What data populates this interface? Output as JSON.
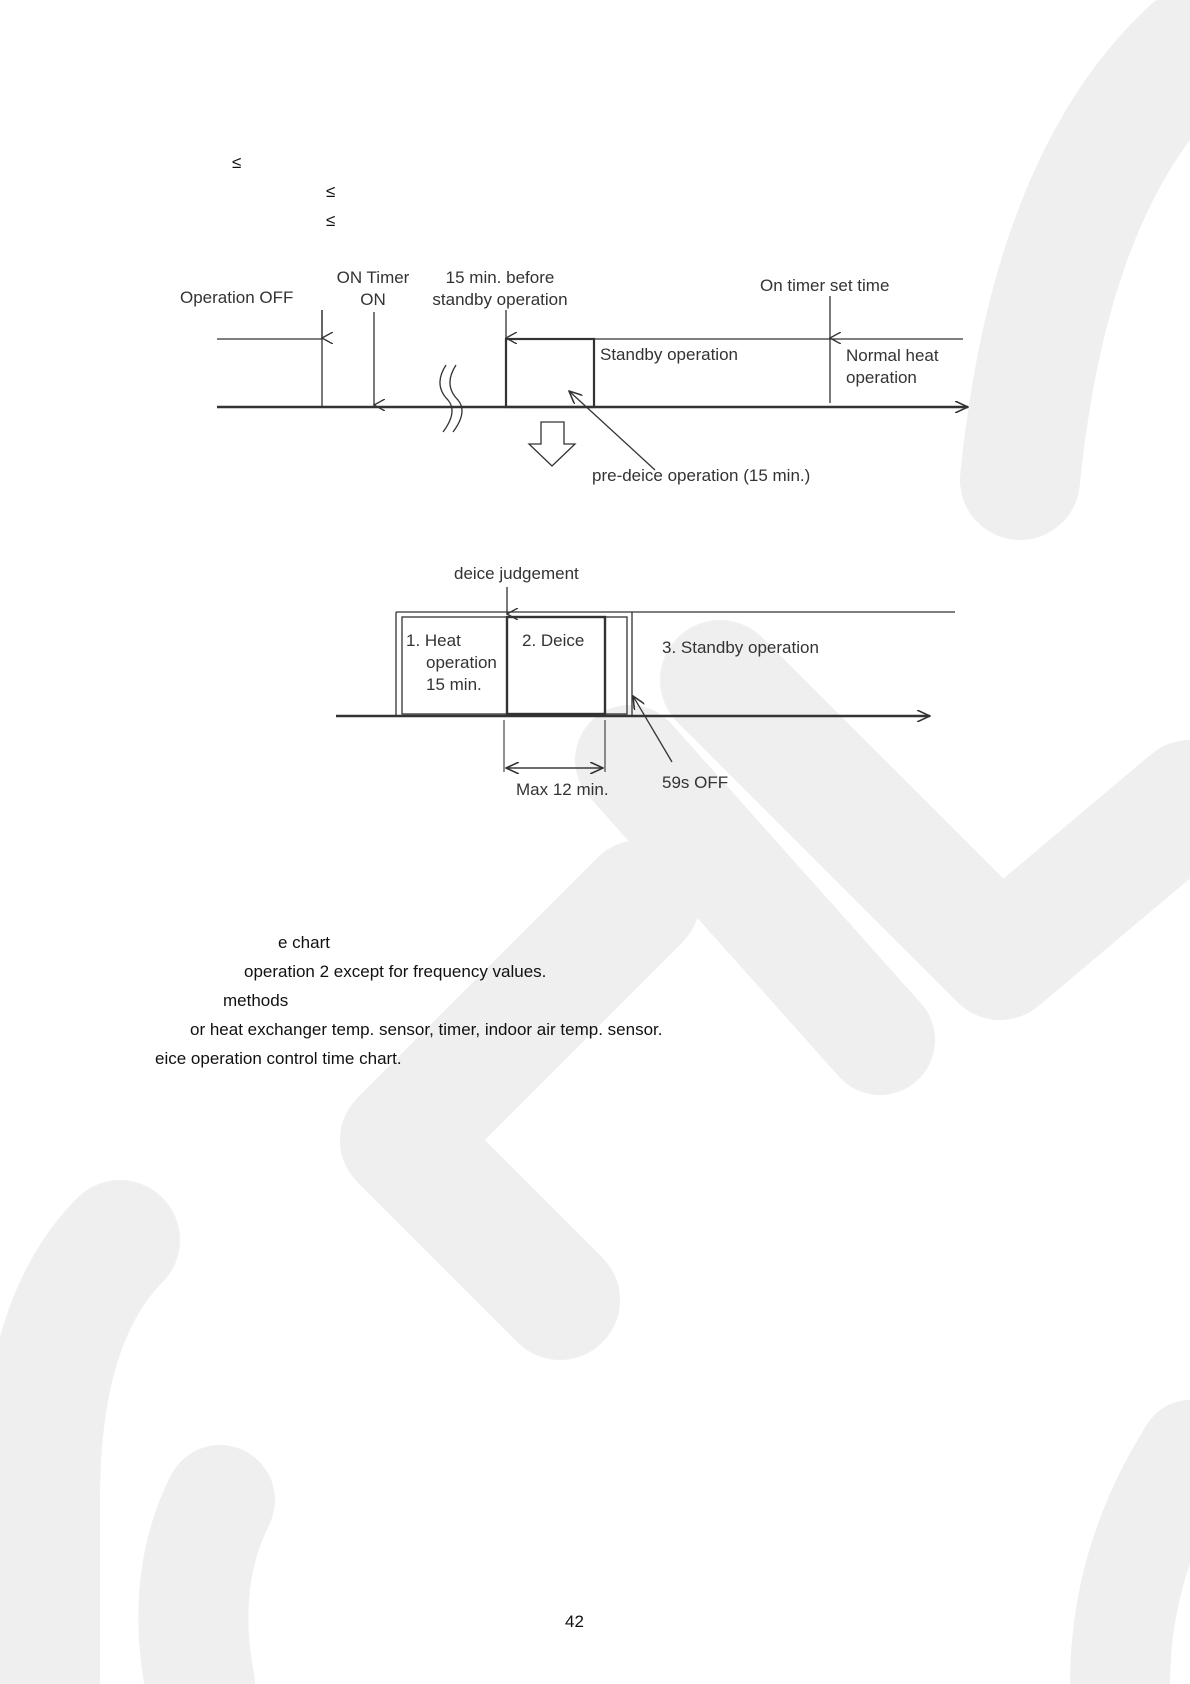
{
  "symbols": [
    "≤",
    "≤",
    "≤"
  ],
  "diagram1": {
    "operation_off": "Operation OFF",
    "on_timer_line1": "ON Timer",
    "on_timer_line2": "ON",
    "before_line1": "15 min. before",
    "before_line2": "standby operation",
    "on_timer_set": "On timer set time",
    "standby": "Standby operation",
    "normal_line1": "Normal heat",
    "normal_line2": "operation",
    "predeice": "pre-deice operation (15 min.)"
  },
  "diagram2": {
    "judgement": "deice judgement",
    "heat_line1": "1. Heat",
    "heat_line2": "operation",
    "heat_line3": "15 min.",
    "deice": "2. Deice",
    "standby": "3. Standby operation",
    "max": "Max 12 min.",
    "off": "59s OFF"
  },
  "body_lines": [
    "e chart",
    "operation 2 except for frequency values.",
    "methods",
    "or heat exchanger temp. sensor, timer, indoor air temp. sensor.",
    "eice operation control time chart."
  ],
  "page_number": "42",
  "colors": {
    "watermark": "#efefef",
    "line": "#333333"
  }
}
